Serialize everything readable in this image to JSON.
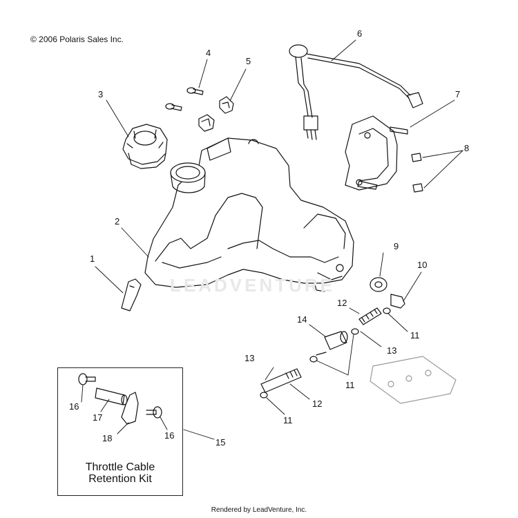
{
  "copyright": "© 2006 Polaris Sales Inc.",
  "footer": "Rendered by LeadVenture, Inc.",
  "watermark": "LEADVENTURE",
  "kit": {
    "title_line1": "Throttle Cable",
    "title_line2": "Retention Kit"
  },
  "callouts": {
    "c1": "1",
    "c2": "2",
    "c3": "3",
    "c4": "4",
    "c5": "5",
    "c6": "6",
    "c7": "7",
    "c8": "8",
    "c9": "9",
    "c10": "10",
    "c11a": "11",
    "c11b": "11",
    "c11c": "11",
    "c12a": "12",
    "c12b": "12",
    "c13a": "13",
    "c13b": "13",
    "c14": "14",
    "c15": "15",
    "c16a": "16",
    "c16b": "16",
    "c17": "17",
    "c18": "18"
  }
}
